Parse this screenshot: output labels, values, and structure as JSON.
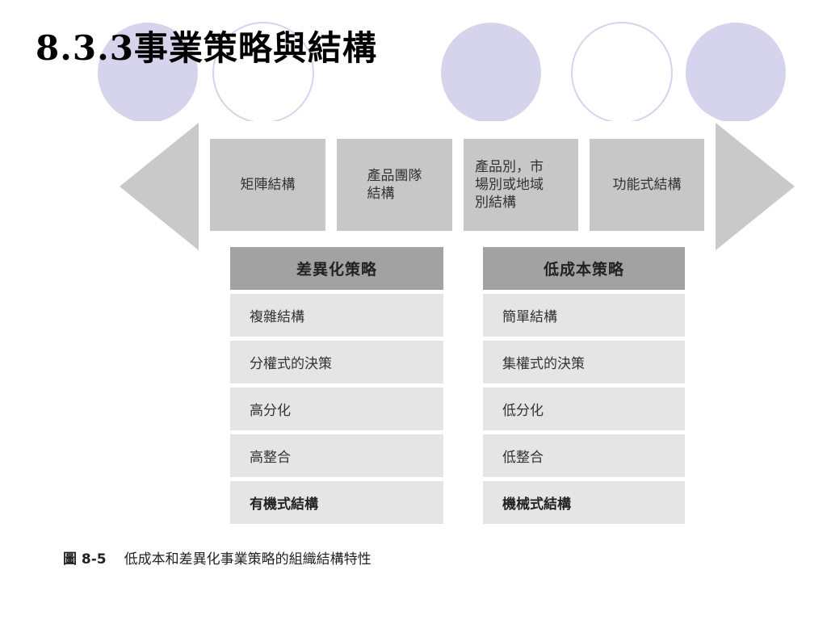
{
  "title": "8.3.3事業策略與結構",
  "structures": [
    "矩陣結構",
    "產品團隊\n結構",
    "產品別，市\n場別或地域\n別結構",
    "功能式結構"
  ],
  "differentiation": {
    "header": "差異化策略",
    "items": [
      "複雜結構",
      "分權式的決策",
      "高分化",
      "高整合",
      "有機式結構"
    ]
  },
  "low_cost": {
    "header": "低成本策略",
    "items": [
      "簡單結構",
      "集權式的決策",
      "低分化",
      "低整合",
      "機械式結構"
    ]
  },
  "caption": {
    "number": "圖 8-5",
    "text": "低成本和差異化事業策略的組織結構特性"
  },
  "colors": {
    "circle_fill": "#d6d3ec",
    "circle_outline": "#d6d3ec",
    "arrow": "#c9c9c9",
    "structure_box": "#c7c7c7",
    "strategy_header": "#a2a2a2",
    "strategy_row": "#e5e5e5"
  }
}
